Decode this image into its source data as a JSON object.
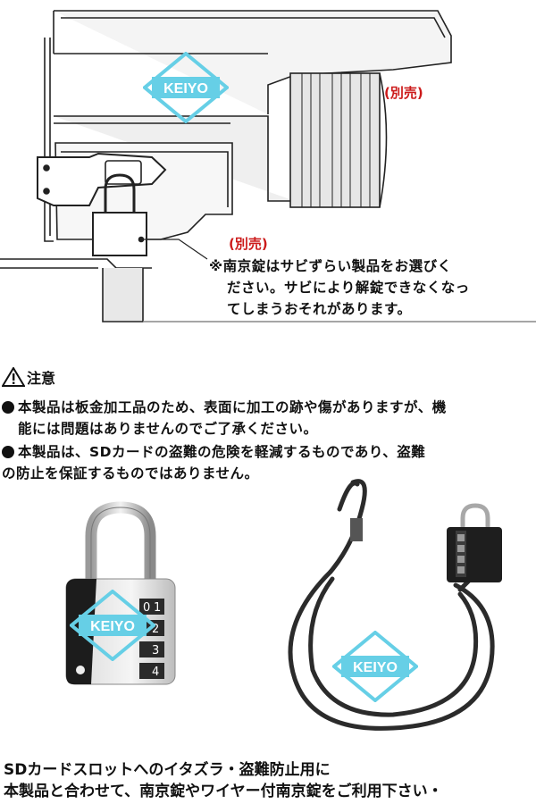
{
  "logo_text": "KEIYO",
  "logo_color": "#66cfe6",
  "accent_red": "#cc1a1a",
  "diagram": {
    "separate_label_1": "(別売)",
    "separate_label_2": "(別売)",
    "note_lines": [
      "※南京錠はサビずらい製品をお選びく",
      "ださい。サビにより解錠できなくなっ",
      "てしまうおそれがあります。"
    ]
  },
  "caution": {
    "title": "注意",
    "items": [
      {
        "lines": [
          "本製品は板金加工品のため、表面に加工の跡や傷がありますが、機",
          "能には問題はありませんのでご了承ください。"
        ]
      },
      {
        "lines": [
          "本製品は、SDカードの盗難の危険を軽減するものであり、盗難",
          "の防止を保証するものではありません。"
        ]
      }
    ]
  },
  "padlock": {
    "dial_digits": [
      "0",
      "1",
      "2",
      "3",
      "4"
    ]
  },
  "caption": {
    "line1": "SDカードスロットへのイタズラ・盗難防止用に",
    "line2": "本製品と合わせて、南京錠やワイヤー付南京錠をご利用下さい・"
  }
}
